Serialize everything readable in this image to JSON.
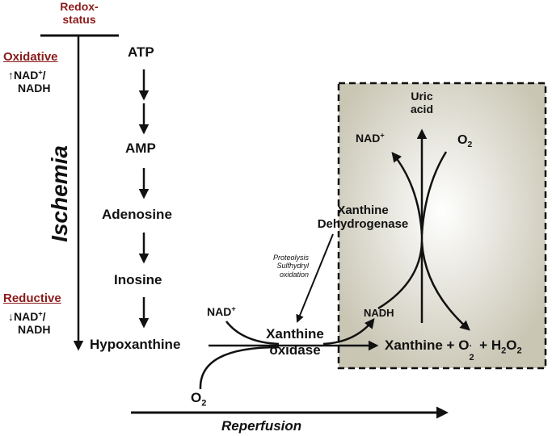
{
  "left_axis": {
    "header_line1": "Redox-",
    "header_line2": "status",
    "oxidative_label": "Oxidative",
    "oxidative_ratio_arrow": "↑",
    "oxidative_ratio_a": "NAD",
    "oxidative_ratio_sup": "+",
    "oxidative_ratio_b": "/",
    "oxidative_ratio_c": "NADH",
    "ischemia_label": "Ischemia",
    "reductive_label": "Reductive",
    "reductive_ratio_arrow": "↓",
    "reductive_ratio_a": "NAD",
    "reductive_ratio_sup": "+",
    "reductive_ratio_b": "/",
    "reductive_ratio_c": "NADH"
  },
  "pathway": {
    "steps": [
      "ATP",
      "AMP",
      "Adenosine",
      "Inosine",
      "Hypoxanthine"
    ]
  },
  "xo_reaction": {
    "nad_label": "NAD",
    "nad_sup": "+",
    "o2_label": "O",
    "o2_sub": "2",
    "enzyme_line1": "Xanthine",
    "enzyme_line2": "oxidase",
    "conversion_line1": "Proteolysis",
    "conversion_line2": "Sulfhydryl",
    "conversion_line3": "oxidation",
    "product_xanthine": "Xanthine",
    "product_plus1": "+",
    "product_o": "O",
    "product_o_sub": "2",
    "product_o_sup": "·",
    "product_plus2": "+",
    "product_h": "H",
    "product_h_sub": "2",
    "product_o2": "O",
    "product_o2_sub": "2"
  },
  "box": {
    "uric_line1": "Uric",
    "uric_line2": "acid",
    "nad_label": "NAD",
    "nad_sup": "+",
    "o2_label": "O",
    "o2_sub": "2",
    "nadh_label": "NADH",
    "xdh_line1": "Xanthine",
    "xdh_line2": "Dehydrogenase",
    "background": "#c9c6b4",
    "border": "#111111"
  },
  "reperfusion_label": "Reperfusion",
  "colors": {
    "accent": "#8b1a1a",
    "ink": "#111111"
  }
}
